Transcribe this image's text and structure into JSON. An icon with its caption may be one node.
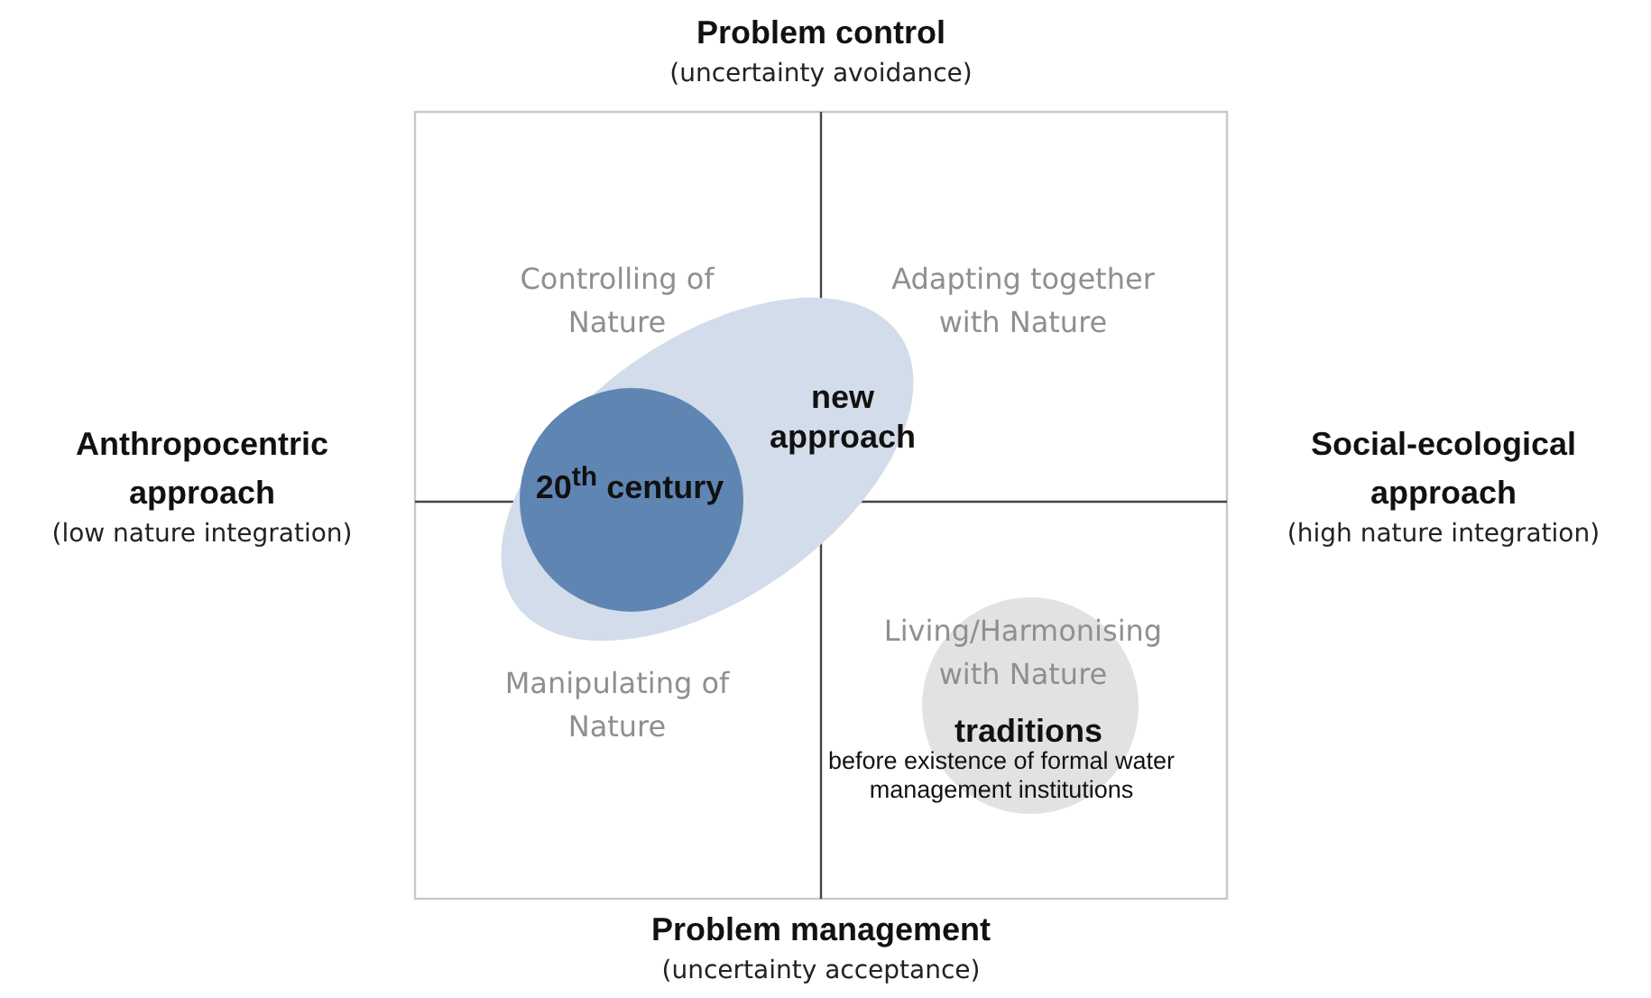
{
  "diagram": {
    "nodes": [
      {
        "text": [
          "new approach"
        ]
      },
      {
        "text": [
          "20$^{th}$ century"
        ],
        "in": 0
      },
      {
        "text": [
          "traditions",
          "before existence of formal water management institutions"
        ]
      }
    ],
    "labels": [
      "Problem control",
      "(uncertainty avoidance)",
      "Controlling of Nature",
      "Adapting together with Nature",
      "Anthropocentric approach",
      "(low nature integration)",
      "Social-ecological approach",
      "(high nature integration)",
      "Manipulating of Nature",
      "Living/Harmonising with Nature",
      "Problem management",
      "(uncertainty acceptance)"
    ]
  }
}
